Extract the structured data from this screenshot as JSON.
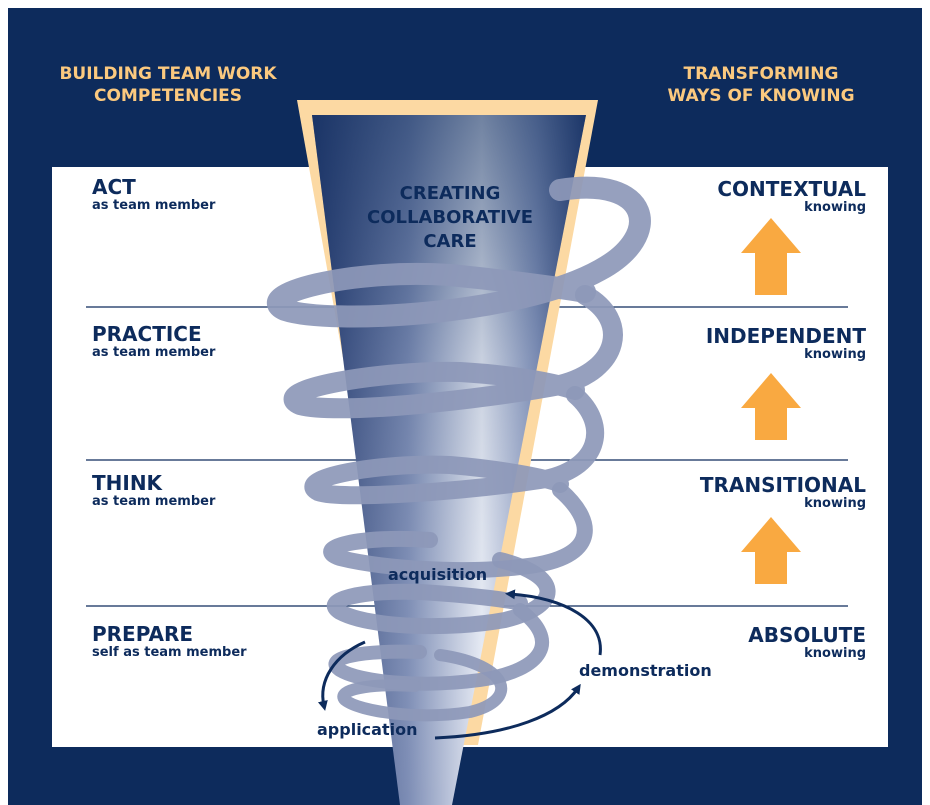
{
  "header_left": {
    "line1": "BUILDING TEAM WORK",
    "line2": "COMPETENCIES"
  },
  "header_right": {
    "line1": "TRANSFORMING",
    "line2": "WAYS OF KNOWING"
  },
  "center_title": {
    "line1": "CREATING",
    "line2": "COLLABORATIVE",
    "line3": "CARE"
  },
  "stages": [
    {
      "title": "ACT",
      "subtitle": "as team member"
    },
    {
      "title": "PRACTICE",
      "subtitle": "as team member"
    },
    {
      "title": "THINK",
      "subtitle": "as team member"
    },
    {
      "title": "PREPARE",
      "subtitle": "self as team member"
    }
  ],
  "knowing": [
    {
      "title": "CONTEXTUAL",
      "subtitle": "knowing"
    },
    {
      "title": "INDEPENDENT",
      "subtitle": "knowing"
    },
    {
      "title": "TRANSITIONAL",
      "subtitle": "knowing"
    },
    {
      "title": "ABSOLUTE",
      "subtitle": "knowing"
    }
  ],
  "cycle": {
    "top": "acquisition",
    "right": "demonstration",
    "bottom": "application"
  },
  "colors": {
    "navy": "#0d2b5c",
    "gold": "#fbc97f",
    "arrow": "#f9a941",
    "spiral": "#8d98b9",
    "panel": "#ffffff",
    "cone_edge": "#fcd9a3"
  }
}
